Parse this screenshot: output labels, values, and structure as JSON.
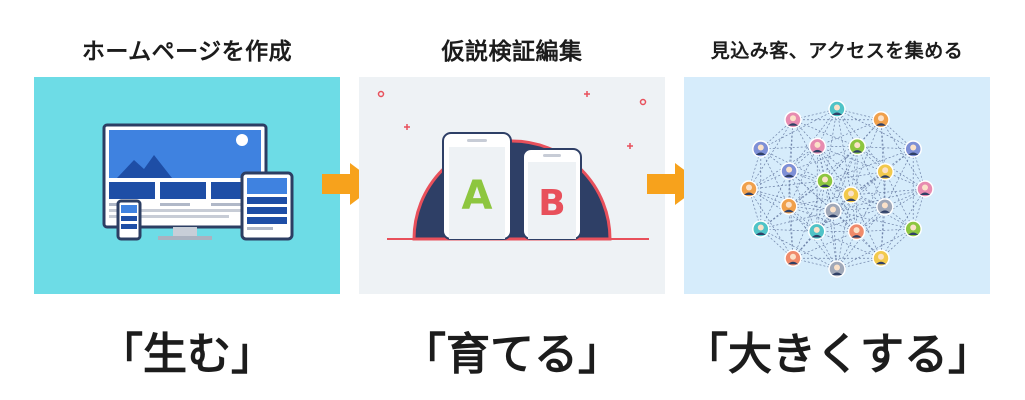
{
  "steps": [
    {
      "heading": "ホームページを作成",
      "caption": "「生む」",
      "panel_bg": "#6ddce6"
    },
    {
      "heading": "仮説検証編集",
      "caption": "「育てる」",
      "panel_bg": "#eef2f5",
      "variant_a": "A",
      "variant_b": "B"
    },
    {
      "heading": "見込み客、アクセスを集める",
      "caption": "「大きくする」",
      "panel_bg": "#d6ecfb"
    }
  ],
  "arrows": [
    "arrow-right-icon",
    "arrow-right-icon"
  ],
  "colors": {
    "arrow": "#f7a21c",
    "text": "#1c1c1c",
    "variant_a": "#8dc63f",
    "variant_b": "#e8505b",
    "navy": "#2e3f66"
  }
}
